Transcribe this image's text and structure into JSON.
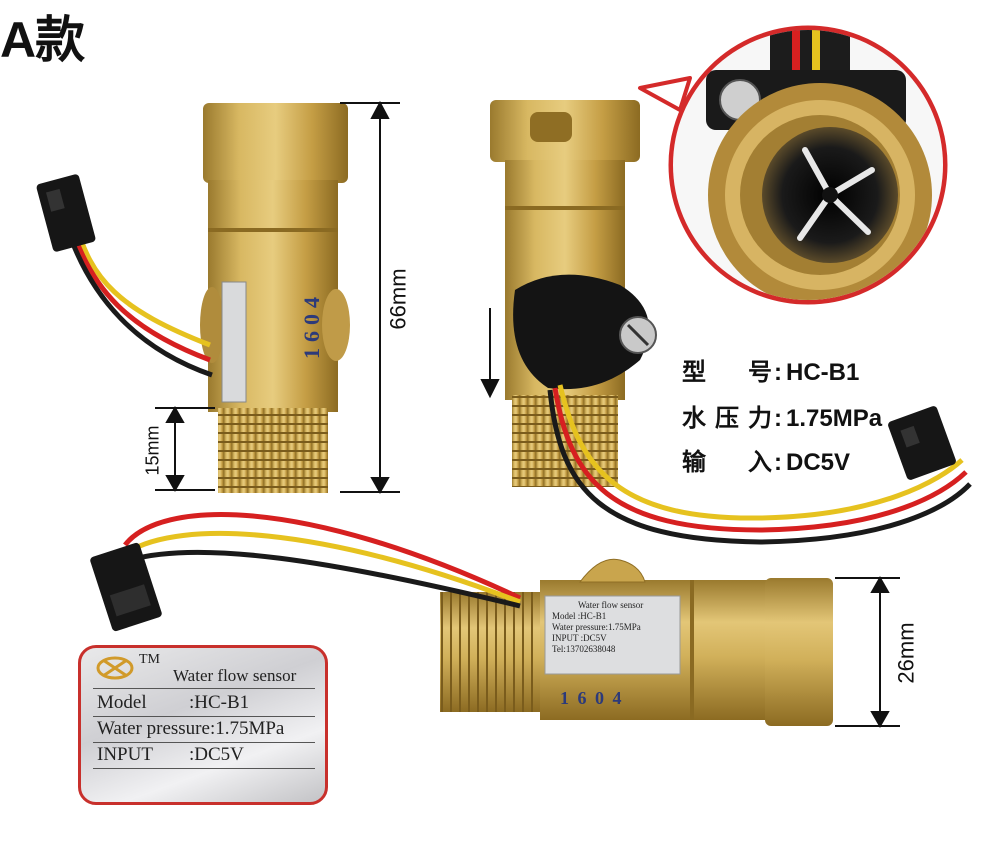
{
  "title": "A款",
  "specs": [
    {
      "label": "型 号",
      "value": "HC-B1"
    },
    {
      "label": "水压力",
      "value": "1.75MPa"
    },
    {
      "label": "输 入",
      "value": "DC5V"
    }
  ],
  "dimensions": {
    "height": "66mm",
    "thread": "15mm",
    "diameter": "26mm"
  },
  "sensor_label": {
    "tm": "TM",
    "product": "Water flow sensor",
    "model_key": "Model",
    "model_value": ":HC-B1",
    "pressure": "Water pressure:1.75MPa",
    "input_key": "INPUT",
    "input_value": ":DC5V"
  },
  "small_label": {
    "product": "Water flow sensor",
    "model": "Model    :HC-B1",
    "pressure": "Water pressure:1.75MPa",
    "input": "INPUT     :DC5V",
    "tel": "Tel:13702638048"
  },
  "body_stamp": "1604",
  "body_stamp_horizontal": "1 6 0 4",
  "colors": {
    "brass": "#c9a54d",
    "brass_dark": "#8f6e24",
    "accent_red": "#d42a2a",
    "wire_red": "#d62020",
    "wire_yellow": "#e6c21f",
    "wire_black": "#1a1a1a"
  }
}
